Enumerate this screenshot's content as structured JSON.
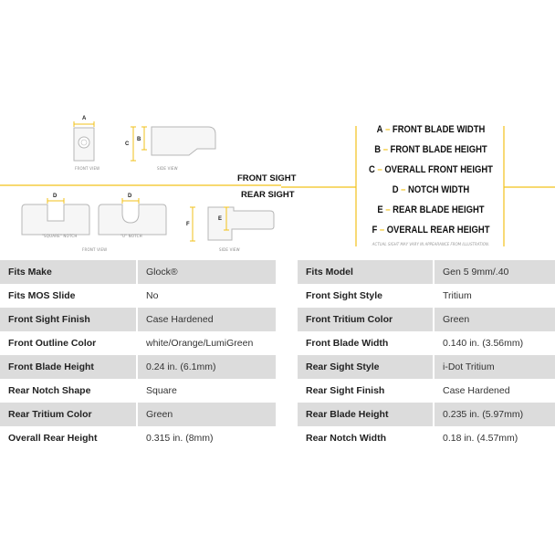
{
  "diagram": {
    "section_labels": {
      "front_sight": "FRONT SIGHT",
      "rear_sight": "REAR SIGHT"
    },
    "view_labels": {
      "front_view_top": "FRONT VIEW",
      "side_view_top": "SIDE VIEW",
      "square_notch": "\"SQUARE\" NOTCH",
      "u_notch": "\"U\" NOTCH",
      "front_view_bottom": "FRONT VIEW",
      "side_view_bottom": "SIDE VIEW"
    },
    "dimension_letters": {
      "a": "A",
      "b": "B",
      "c": "C",
      "d1": "D",
      "d2": "D",
      "e": "E",
      "f": "F"
    },
    "accent_color": "#f2c21b",
    "outline_color": "#b7b7b7"
  },
  "legend": {
    "items": [
      {
        "letter": "A",
        "text": "FRONT BLADE WIDTH"
      },
      {
        "letter": "B",
        "text": "FRONT BLADE HEIGHT"
      },
      {
        "letter": "C",
        "text": "OVERALL FRONT HEIGHT"
      },
      {
        "letter": "D",
        "text": "NOTCH WIDTH"
      },
      {
        "letter": "E",
        "text": "REAR BLADE HEIGHT"
      },
      {
        "letter": "F",
        "text": "OVERALL REAR HEIGHT"
      }
    ],
    "separator": "–",
    "note": "ACTUAL SIGHT MAY VARY IN APPEARANCE FROM ILLUSTRATION."
  },
  "specs_left": [
    {
      "label": "Fits Make",
      "value": "Glock®"
    },
    {
      "label": "Fits MOS Slide",
      "value": "No"
    },
    {
      "label": "Front Sight Finish",
      "value": "Case Hardened"
    },
    {
      "label": "Front Outline Color",
      "value": "white/Orange/LumiGreen"
    },
    {
      "label": "Front Blade Height",
      "value": "0.24 in. (6.1mm)"
    },
    {
      "label": "Rear Notch Shape",
      "value": "Square"
    },
    {
      "label": "Rear Tritium Color",
      "value": "Green"
    },
    {
      "label": "Overall Rear Height",
      "value": "0.315 in. (8mm)"
    }
  ],
  "specs_right": [
    {
      "label": "Fits Model",
      "value": "Gen 5 9mm/.40"
    },
    {
      "label": "Front Sight Style",
      "value": "Tritium"
    },
    {
      "label": "Front Tritium Color",
      "value": "Green"
    },
    {
      "label": "Front Blade Width",
      "value": "0.140 in. (3.56mm)"
    },
    {
      "label": "Rear Sight Style",
      "value": "i-Dot Tritium"
    },
    {
      "label": "Rear Sight Finish",
      "value": "Case Hardened"
    },
    {
      "label": "Rear Blade Height",
      "value": "0.235 in. (5.97mm)"
    },
    {
      "label": "Rear Notch Width",
      "value": "0.18 in. (4.57mm)"
    }
  ]
}
